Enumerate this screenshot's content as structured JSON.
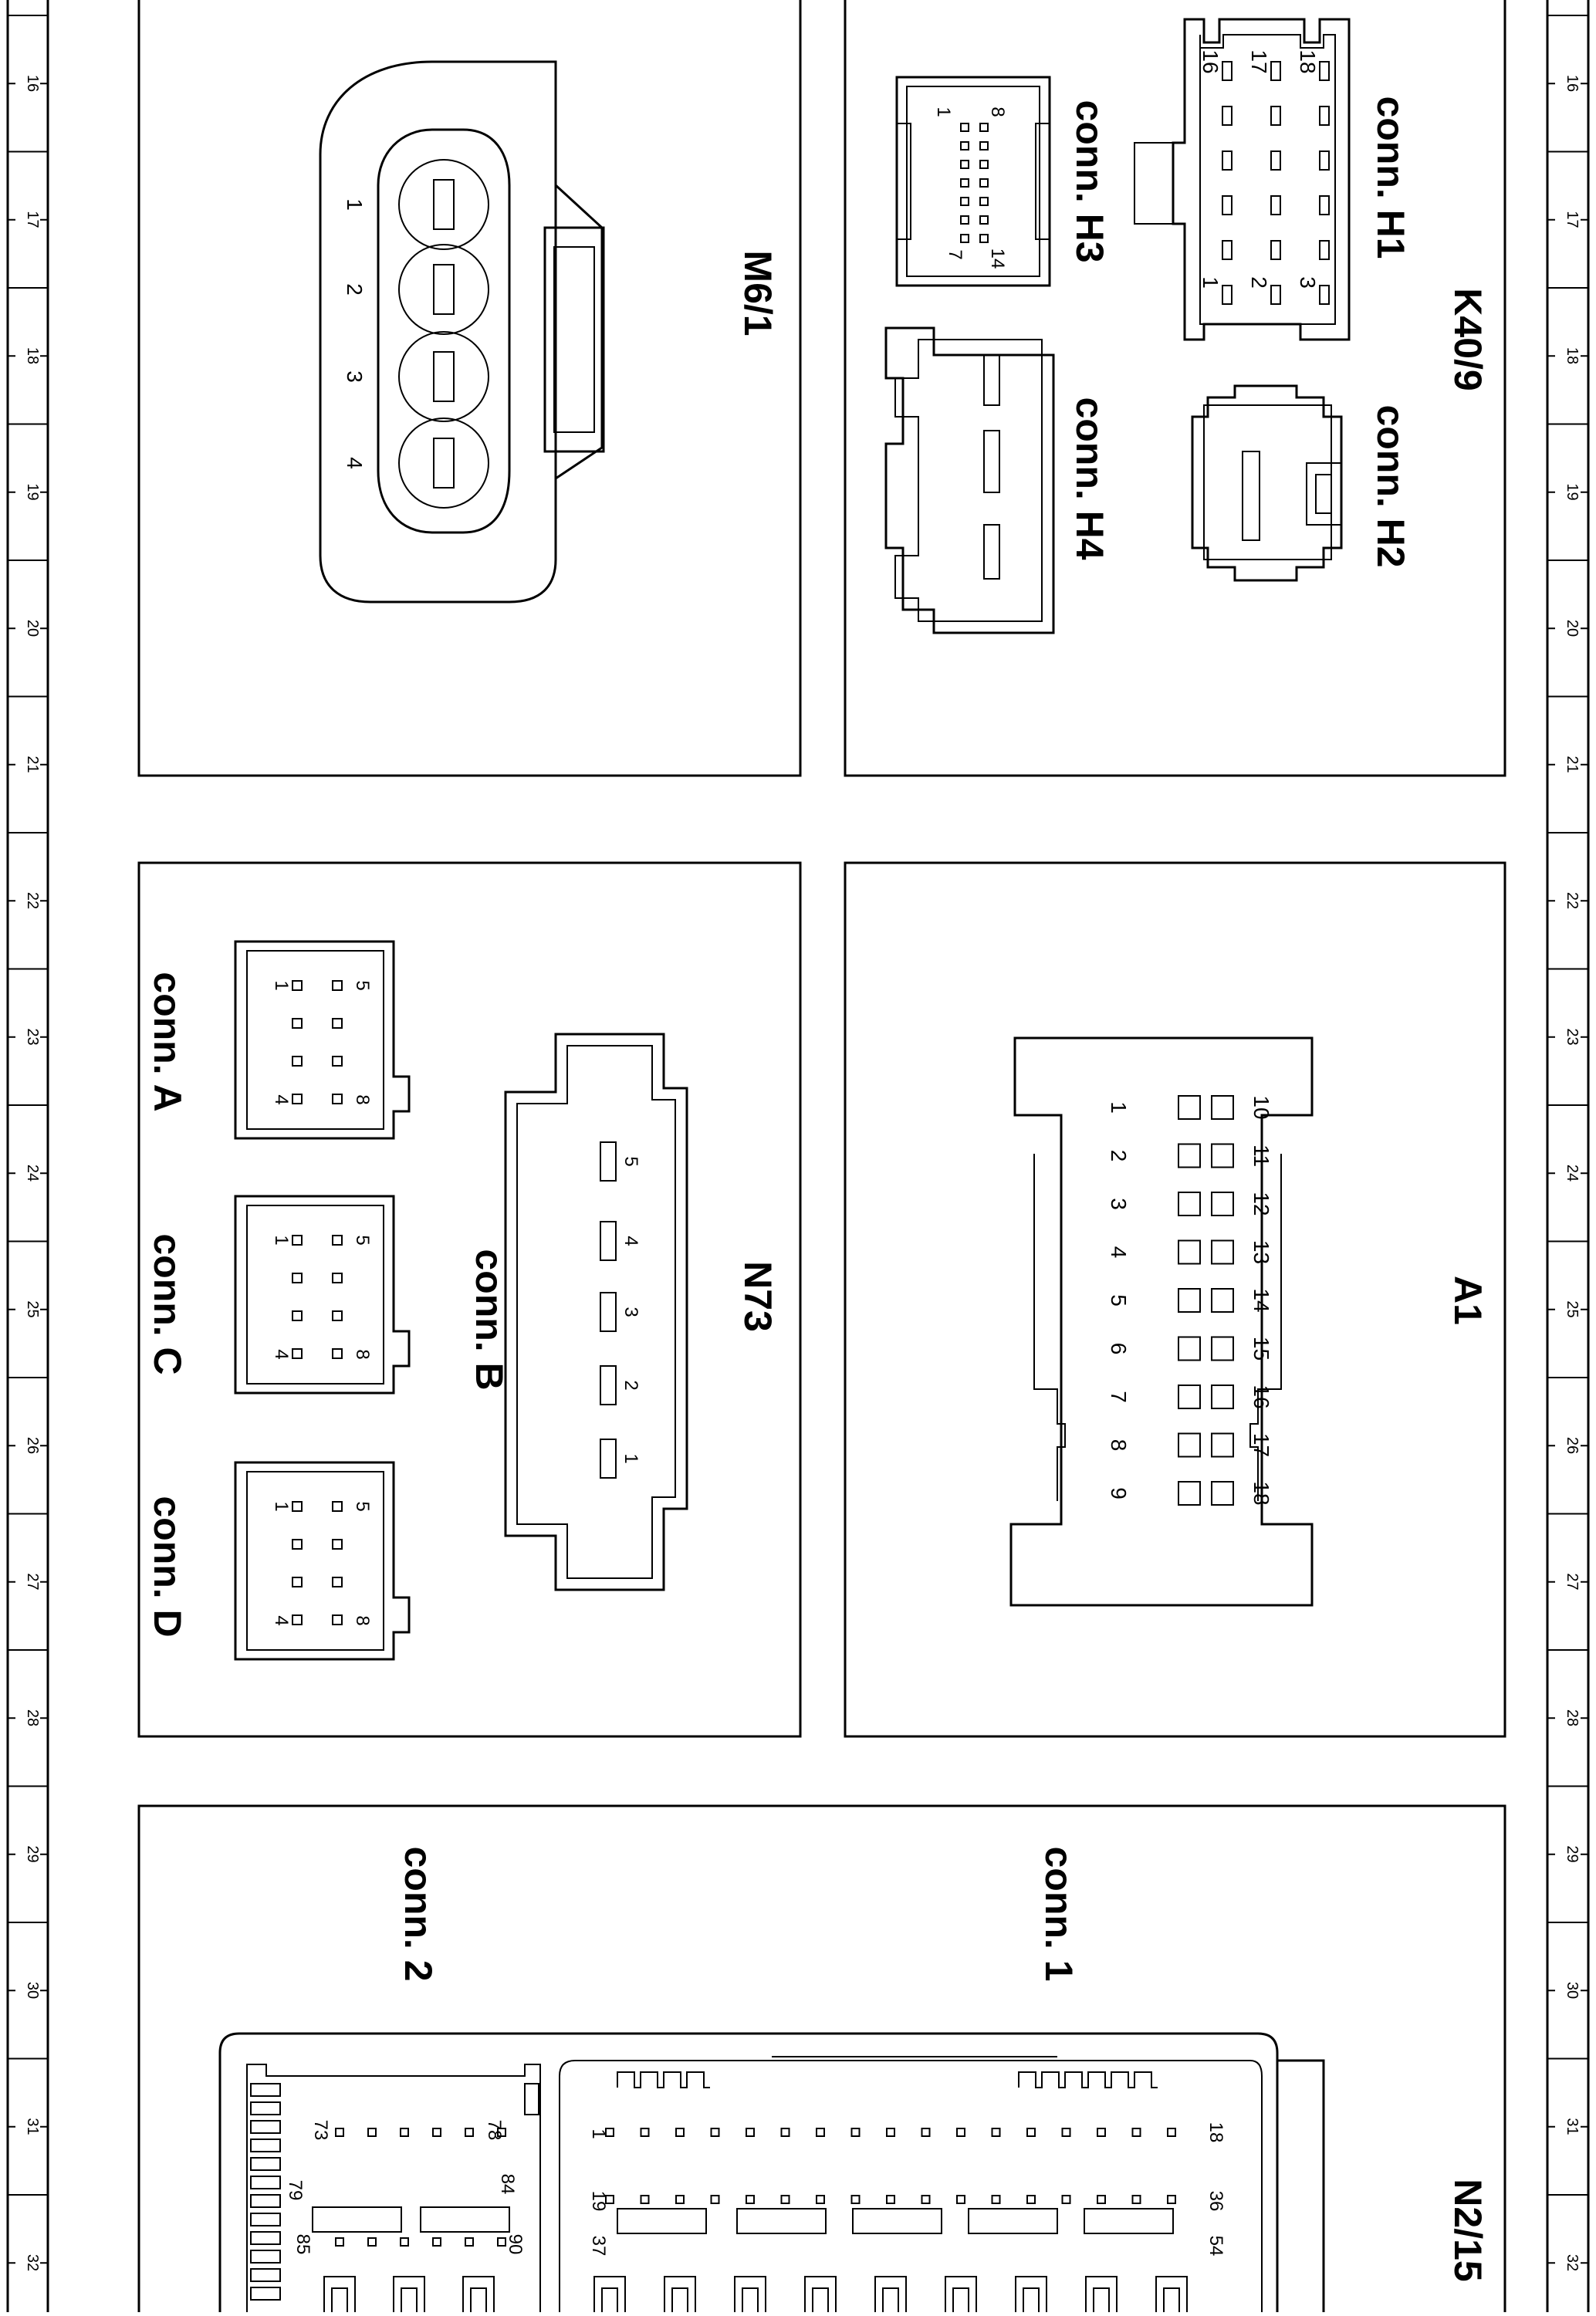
{
  "ruler": {
    "labels": [
      "16",
      "17",
      "18",
      "19",
      "20",
      "21",
      "22",
      "23",
      "24",
      "25",
      "26",
      "27",
      "28",
      "29",
      "30",
      "31",
      "32"
    ]
  },
  "components": {
    "m6_1": {
      "title": "M6/1",
      "pins": [
        "1",
        "2",
        "3",
        "4"
      ]
    },
    "k40_9": {
      "title": "K40/9",
      "h1": {
        "label": "conn. H1",
        "pins": [
          "16",
          "17",
          "18",
          "1",
          "2",
          "3"
        ]
      },
      "h2": {
        "label": "conn. H2"
      },
      "h3": {
        "label": "conn. H3",
        "pins": [
          "1",
          "8",
          "7",
          "14"
        ]
      },
      "h4": {
        "label": "conn. H4"
      }
    },
    "n73": {
      "title": "N73",
      "a": {
        "label": "conn. A",
        "pins": [
          "5",
          "1",
          "4",
          "8"
        ]
      },
      "b": {
        "label": "conn. B",
        "pins": [
          "5",
          "4",
          "3",
          "2",
          "1"
        ]
      },
      "c": {
        "label": "conn. C",
        "pins": [
          "5",
          "1",
          "4",
          "8"
        ]
      },
      "d": {
        "label": "conn. D",
        "pins": [
          "5",
          "1",
          "4",
          "8"
        ]
      }
    },
    "a1": {
      "title": "A1",
      "row1": [
        "1",
        "2",
        "3",
        "4",
        "5",
        "6",
        "7",
        "8",
        "9"
      ],
      "row2": [
        "10",
        "11",
        "12",
        "13",
        "14",
        "15",
        "16",
        "17",
        "18"
      ]
    },
    "n2_15": {
      "title": "N2/15",
      "conn1": {
        "label": "conn. 1",
        "pins": [
          "1",
          "18",
          "19",
          "36",
          "37",
          "54"
        ]
      },
      "conn2": {
        "label": "conn. 2",
        "pins": [
          "73",
          "78",
          "79",
          "84",
          "85",
          "90"
        ]
      }
    }
  }
}
